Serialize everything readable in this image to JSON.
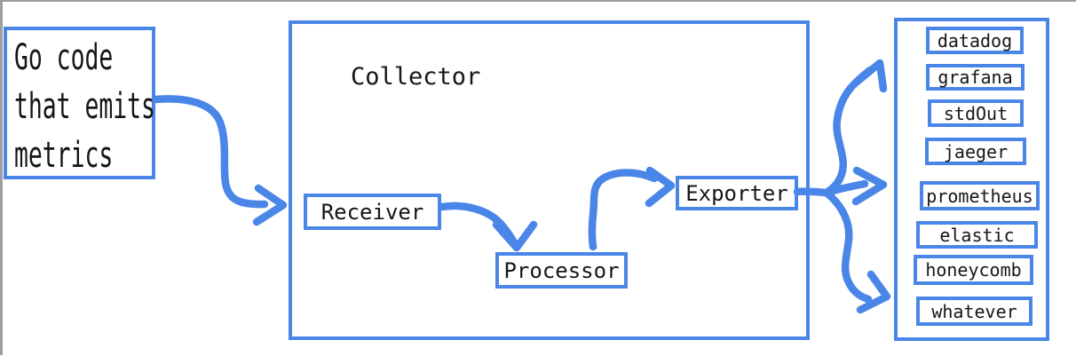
{
  "colors": {
    "accent": "#4a86e8",
    "text": "#161616",
    "edge": "#9e9e9e",
    "background": "#ffffff"
  },
  "source": {
    "lines": [
      "Go code",
      "that emits",
      "metrics"
    ]
  },
  "collector": {
    "title": "Collector",
    "receiver": "Receiver",
    "processor": "Processor",
    "exporter": "Exporter"
  },
  "backends": {
    "items": [
      "datadog",
      "grafana",
      "stdOut",
      "jaeger",
      "prometheus",
      "elastic",
      "honeycomb",
      "whatever"
    ]
  }
}
